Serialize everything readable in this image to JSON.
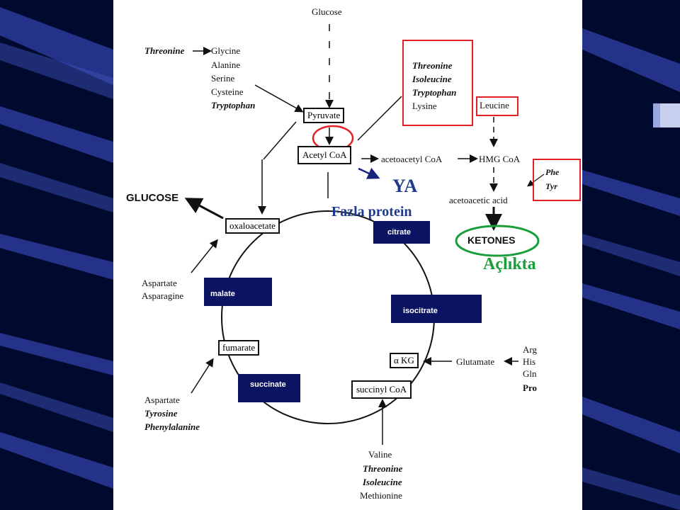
{
  "colors": {
    "background": "#000a2e",
    "navy_label": "#0a1362",
    "red": "#e41f26",
    "green": "#1a9e3a",
    "blue_text": "#1e3a8a"
  },
  "top": {
    "glucose": "Glucose"
  },
  "left_aa": {
    "threonine": "Threonine",
    "glycine": "Glycine",
    "alanine": "Alanine",
    "serine": "Serine",
    "cysteine": "Cysteine",
    "tryptophan": "Tryptophan"
  },
  "boxes": {
    "pyruvate": "Pyruvate",
    "acetyl_coa": "Acetyl CoA",
    "oxaloacetate": "oxaloacetate",
    "fumarate": "fumarate",
    "alpha_kg": "α KG",
    "succinyl_coa": "succinyl CoA",
    "leucine": "Leucine"
  },
  "red_list": {
    "threonine": "Threonine",
    "isoleucine": "Isoleucine",
    "tryptophan": "Tryptophan",
    "lysine": "Lysine"
  },
  "ketone_path": {
    "acetoacetyl_coa": "acetoacetyl CoA",
    "hmg_coa": "HMG CoA",
    "acetoacetic_acid": "acetoacetic acid",
    "ketones": "KETONES"
  },
  "phe_tyr": {
    "phe": "Phe",
    "tyr": "Tyr"
  },
  "glucose_out": "GLUCOSE",
  "annotations": {
    "ya": "YA",
    "fazla_protein": "Fazla protein",
    "aclikta": "Açlıkta"
  },
  "cycle_labels": {
    "citrate": "citrate",
    "malate": "malate",
    "isocitrate": "isocitrate",
    "succinate": "succinate"
  },
  "aspartate_group_1": {
    "aspartate": "Aspartate",
    "asparagine": "Asparagine"
  },
  "aspartate_group_2": {
    "aspartate": "Aspartate",
    "tyrosine": "Tyrosine",
    "phenylalanine": "Phenylalanine"
  },
  "glutamate_group": {
    "glutamate": "Glutamate",
    "arg": "Arg",
    "his": "His",
    "gln": "Gln",
    "pro": "Pro"
  },
  "bottom_aa": {
    "valine": "Valine",
    "threonine": "Threonine",
    "isoleucine": "Isoleucine",
    "methionine": "Methionine"
  }
}
